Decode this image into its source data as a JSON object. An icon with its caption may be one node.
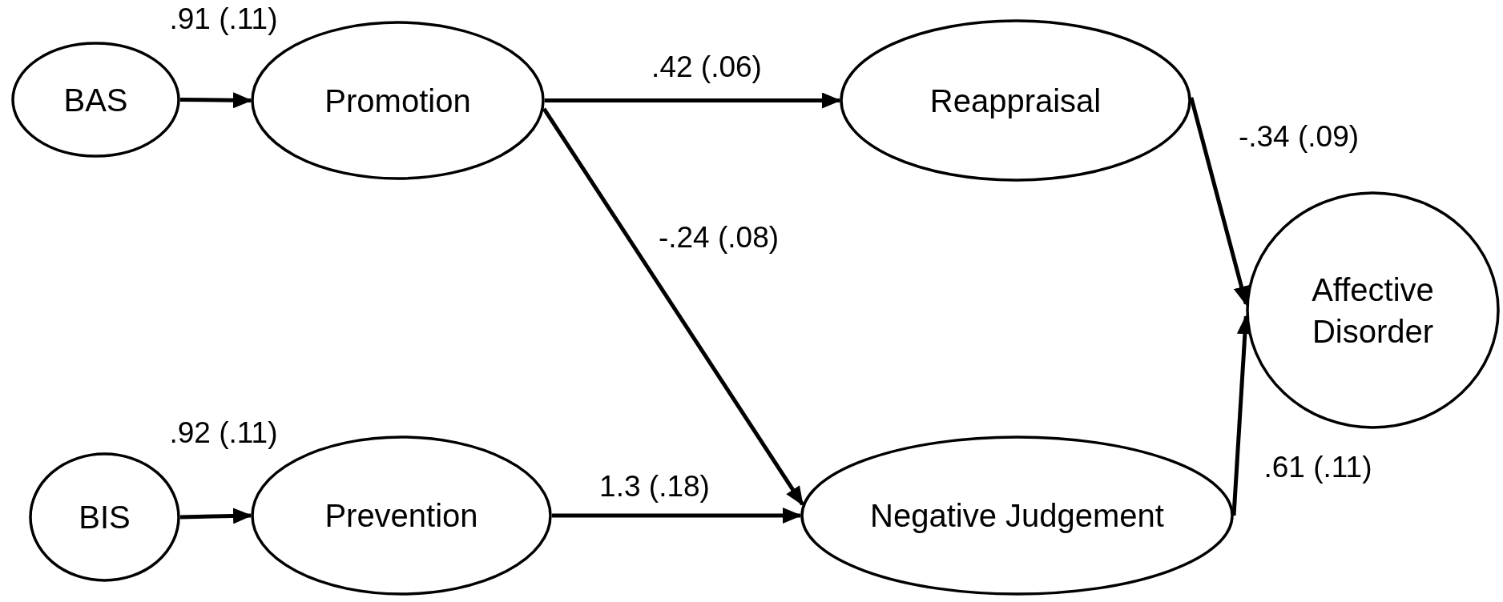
{
  "diagram": {
    "nodes": [
      {
        "text": [
          "BAS"
        ]
      },
      {
        "text": [
          "Promotion"
        ]
      },
      {
        "text": [
          "Reappraisal"
        ]
      },
      {
        "text": [
          "Affective Disorder"
        ]
      },
      {
        "text": [
          "BIS"
        ]
      },
      {
        "text": [
          "Prevention"
        ]
      },
      {
        "text": [
          "Negative Judgement"
        ]
      }
    ],
    "edges": [
      {
        "from": 0,
        "to": 1,
        "arrow": "to",
        "label": ".91 (.11)"
      },
      {
        "from": 1,
        "to": 2,
        "arrow": "to",
        "label": ".42 (.06)"
      },
      {
        "from": 1,
        "to": 6,
        "arrow": "to",
        "label": "-.24 (.08)"
      },
      {
        "from": 2,
        "to": 3,
        "arrow": "to",
        "label": "-.34 (.09)"
      },
      {
        "from": 4,
        "to": 5,
        "arrow": "to",
        "label": ".92 (.11)"
      },
      {
        "from": 5,
        "to": 6,
        "arrow": "to",
        "label": "1.3 (.18)"
      },
      {
        "from": 6,
        "to": 3,
        "arrow": "to",
        "label": ".61 (.11)"
      }
    ]
  }
}
